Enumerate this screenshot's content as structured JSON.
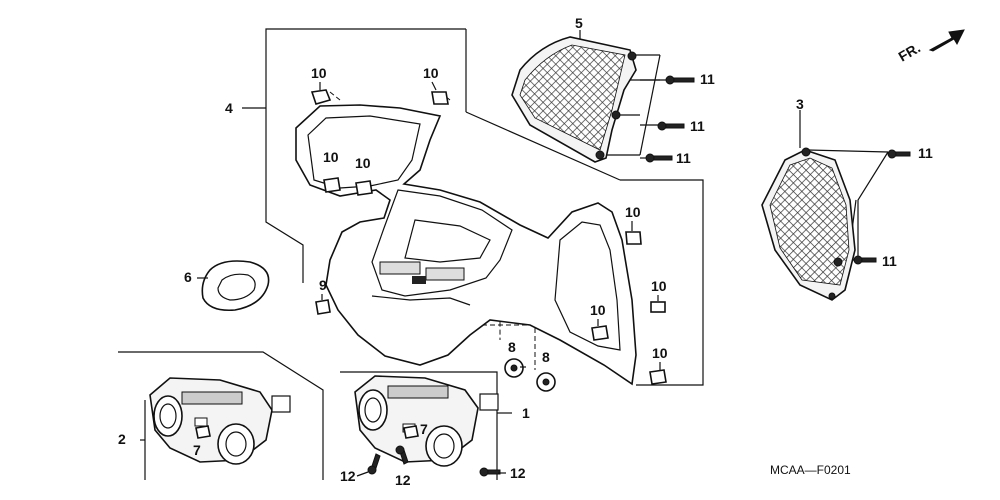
{
  "direction_arrow": {
    "text": "FR."
  },
  "diagram_code": "MCAA—F0201",
  "callouts": {
    "c1": "1",
    "c2": "2",
    "c3": "3",
    "c4": "4",
    "c5": "5",
    "c6": "6",
    "c7a": "7",
    "c7b": "7",
    "c8a": "8",
    "c8b": "8",
    "c9": "9",
    "c10a": "10",
    "c10b": "10",
    "c10c": "10",
    "c10d": "10",
    "c10e": "10",
    "c10f": "10",
    "c10g": "10",
    "c10h": "10",
    "c11a": "11",
    "c11b": "11",
    "c11c": "11",
    "c11d": "11",
    "c11e": "11",
    "c12a": "12",
    "c12b": "12",
    "c12c": "12"
  }
}
